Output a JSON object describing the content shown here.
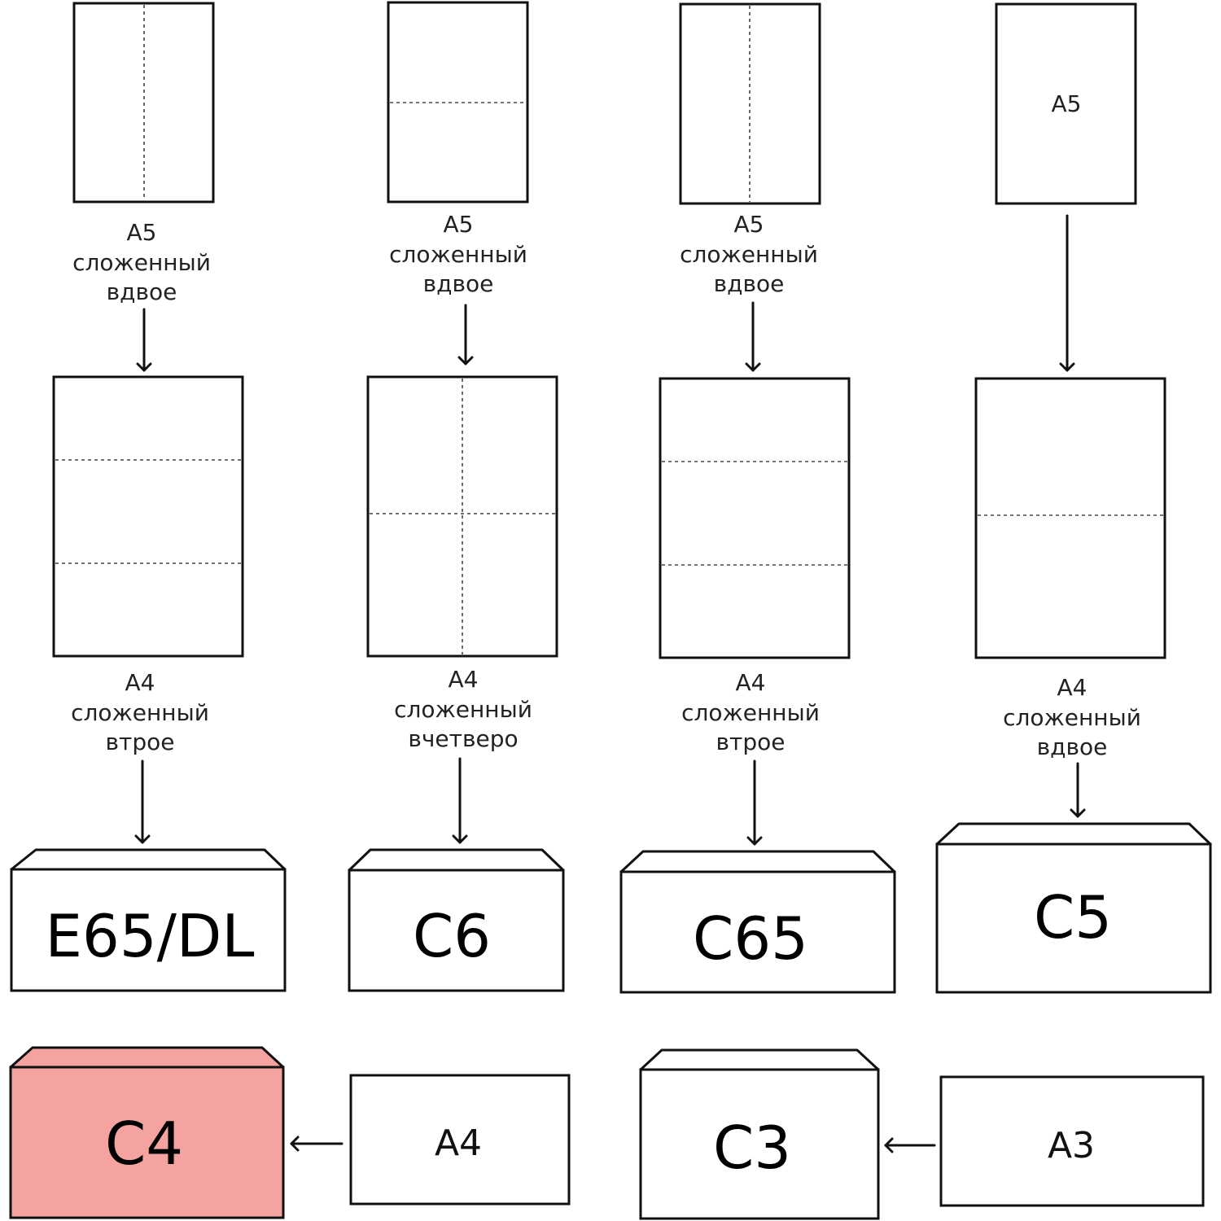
{
  "columns": [
    {
      "top_sheet": {
        "label_lines": []
      },
      "top_caption": [
        "A5",
        "сложенный",
        "вдвое"
      ],
      "middle_caption": [
        "A4",
        "сложенный",
        "втрое"
      ],
      "envelope": {
        "label": "E65/DL"
      }
    },
    {
      "top_sheet": {
        "label_lines": []
      },
      "top_caption": [
        "A5",
        "сложенный",
        "вдвое"
      ],
      "middle_caption": [
        "A4",
        "сложенный",
        "вчетверо"
      ],
      "envelope": {
        "label": "C6"
      }
    },
    {
      "top_sheet": {
        "label_lines": []
      },
      "top_caption": [
        "A5",
        "сложенный",
        "вдвое"
      ],
      "middle_caption": [
        "A4",
        "сложенный",
        "втрое"
      ],
      "envelope": {
        "label": "C65"
      }
    },
    {
      "top_sheet": {
        "label_lines": [
          "A5"
        ]
      },
      "top_caption": [],
      "middle_caption": [
        "A4",
        "сложенный",
        "вдвое"
      ],
      "envelope": {
        "label": "C5"
      }
    }
  ],
  "bottom_row": [
    {
      "envelope": "C4",
      "sheet": "A4",
      "highlight_color": "#f4a3a0"
    },
    {
      "envelope": "C3",
      "sheet": "A3",
      "highlight_color": "#ffffff"
    }
  ]
}
